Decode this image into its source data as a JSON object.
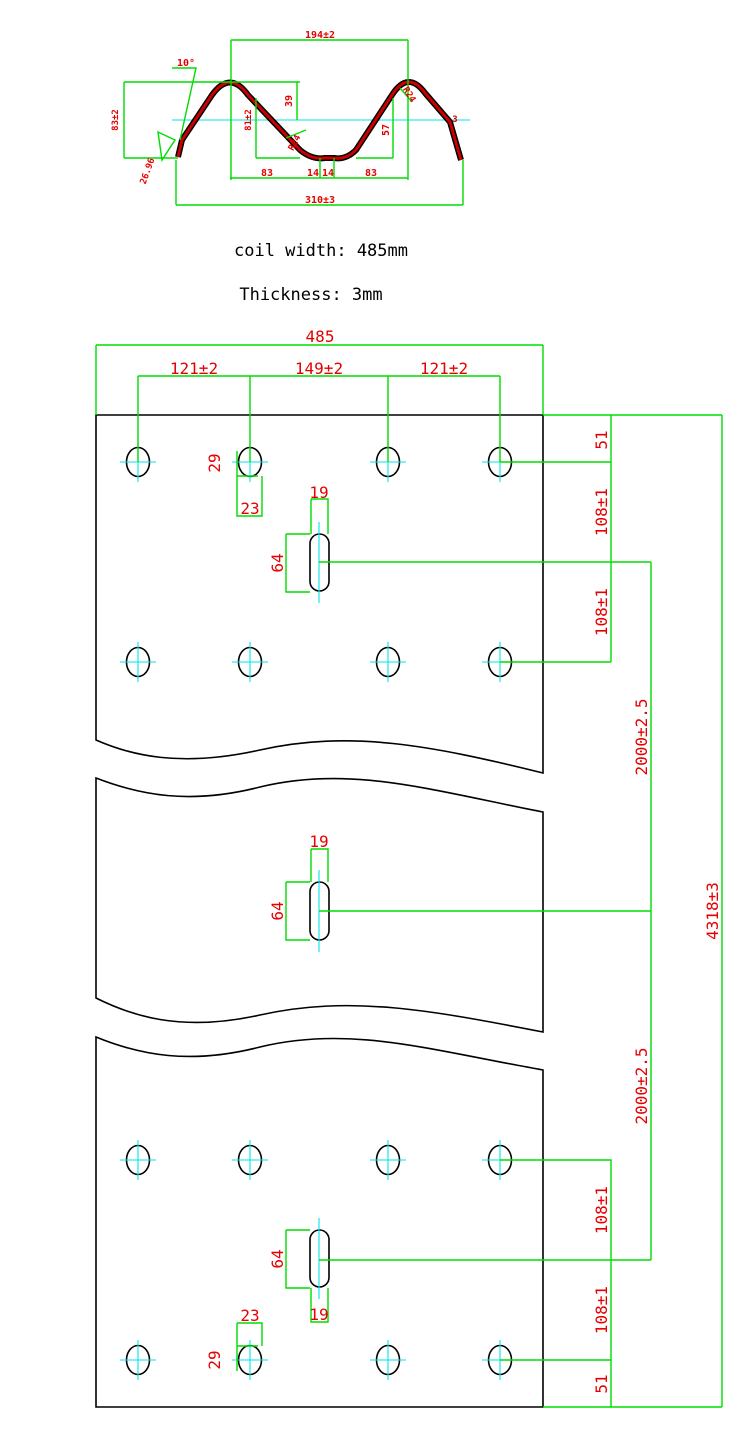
{
  "profile": {
    "dims": {
      "top_width": "194±2",
      "angle": "10°",
      "h_83": "83±2",
      "h_39": "39",
      "h_81": "81±2",
      "r24_left": "R24",
      "r24_right": "R24",
      "h_57": "57",
      "t3": "3",
      "flange": "26.96",
      "w83_left": "83",
      "w14_left": "14",
      "w14_right": "14",
      "w83_right": "83",
      "total_width": "310±3"
    }
  },
  "notes": {
    "coil": "coil width: 485mm",
    "thickness": "Thickness: 3mm"
  },
  "plate": {
    "width": "485",
    "spacing_left": "121±2",
    "spacing_mid": "149±2",
    "spacing_right": "121±2",
    "hole_h_top": "29",
    "hole_w_top": "23",
    "slot_w_top": "19",
    "slot_h_top": "64",
    "edge_top": "51",
    "pitch_top_1": "108±1",
    "pitch_top_2": "108±1",
    "slot_w_mid": "19",
    "slot_h_mid": "64",
    "span_1": "2000±2.5",
    "span_2": "2000±2.5",
    "total_length": "4318±3",
    "slot_h_bot": "64",
    "slot_w_bot": "19",
    "pitch_bot_1": "108±1",
    "pitch_bot_2": "108±1",
    "hole_w_bot": "23",
    "hole_h_bot": "29",
    "edge_bot": "51"
  }
}
